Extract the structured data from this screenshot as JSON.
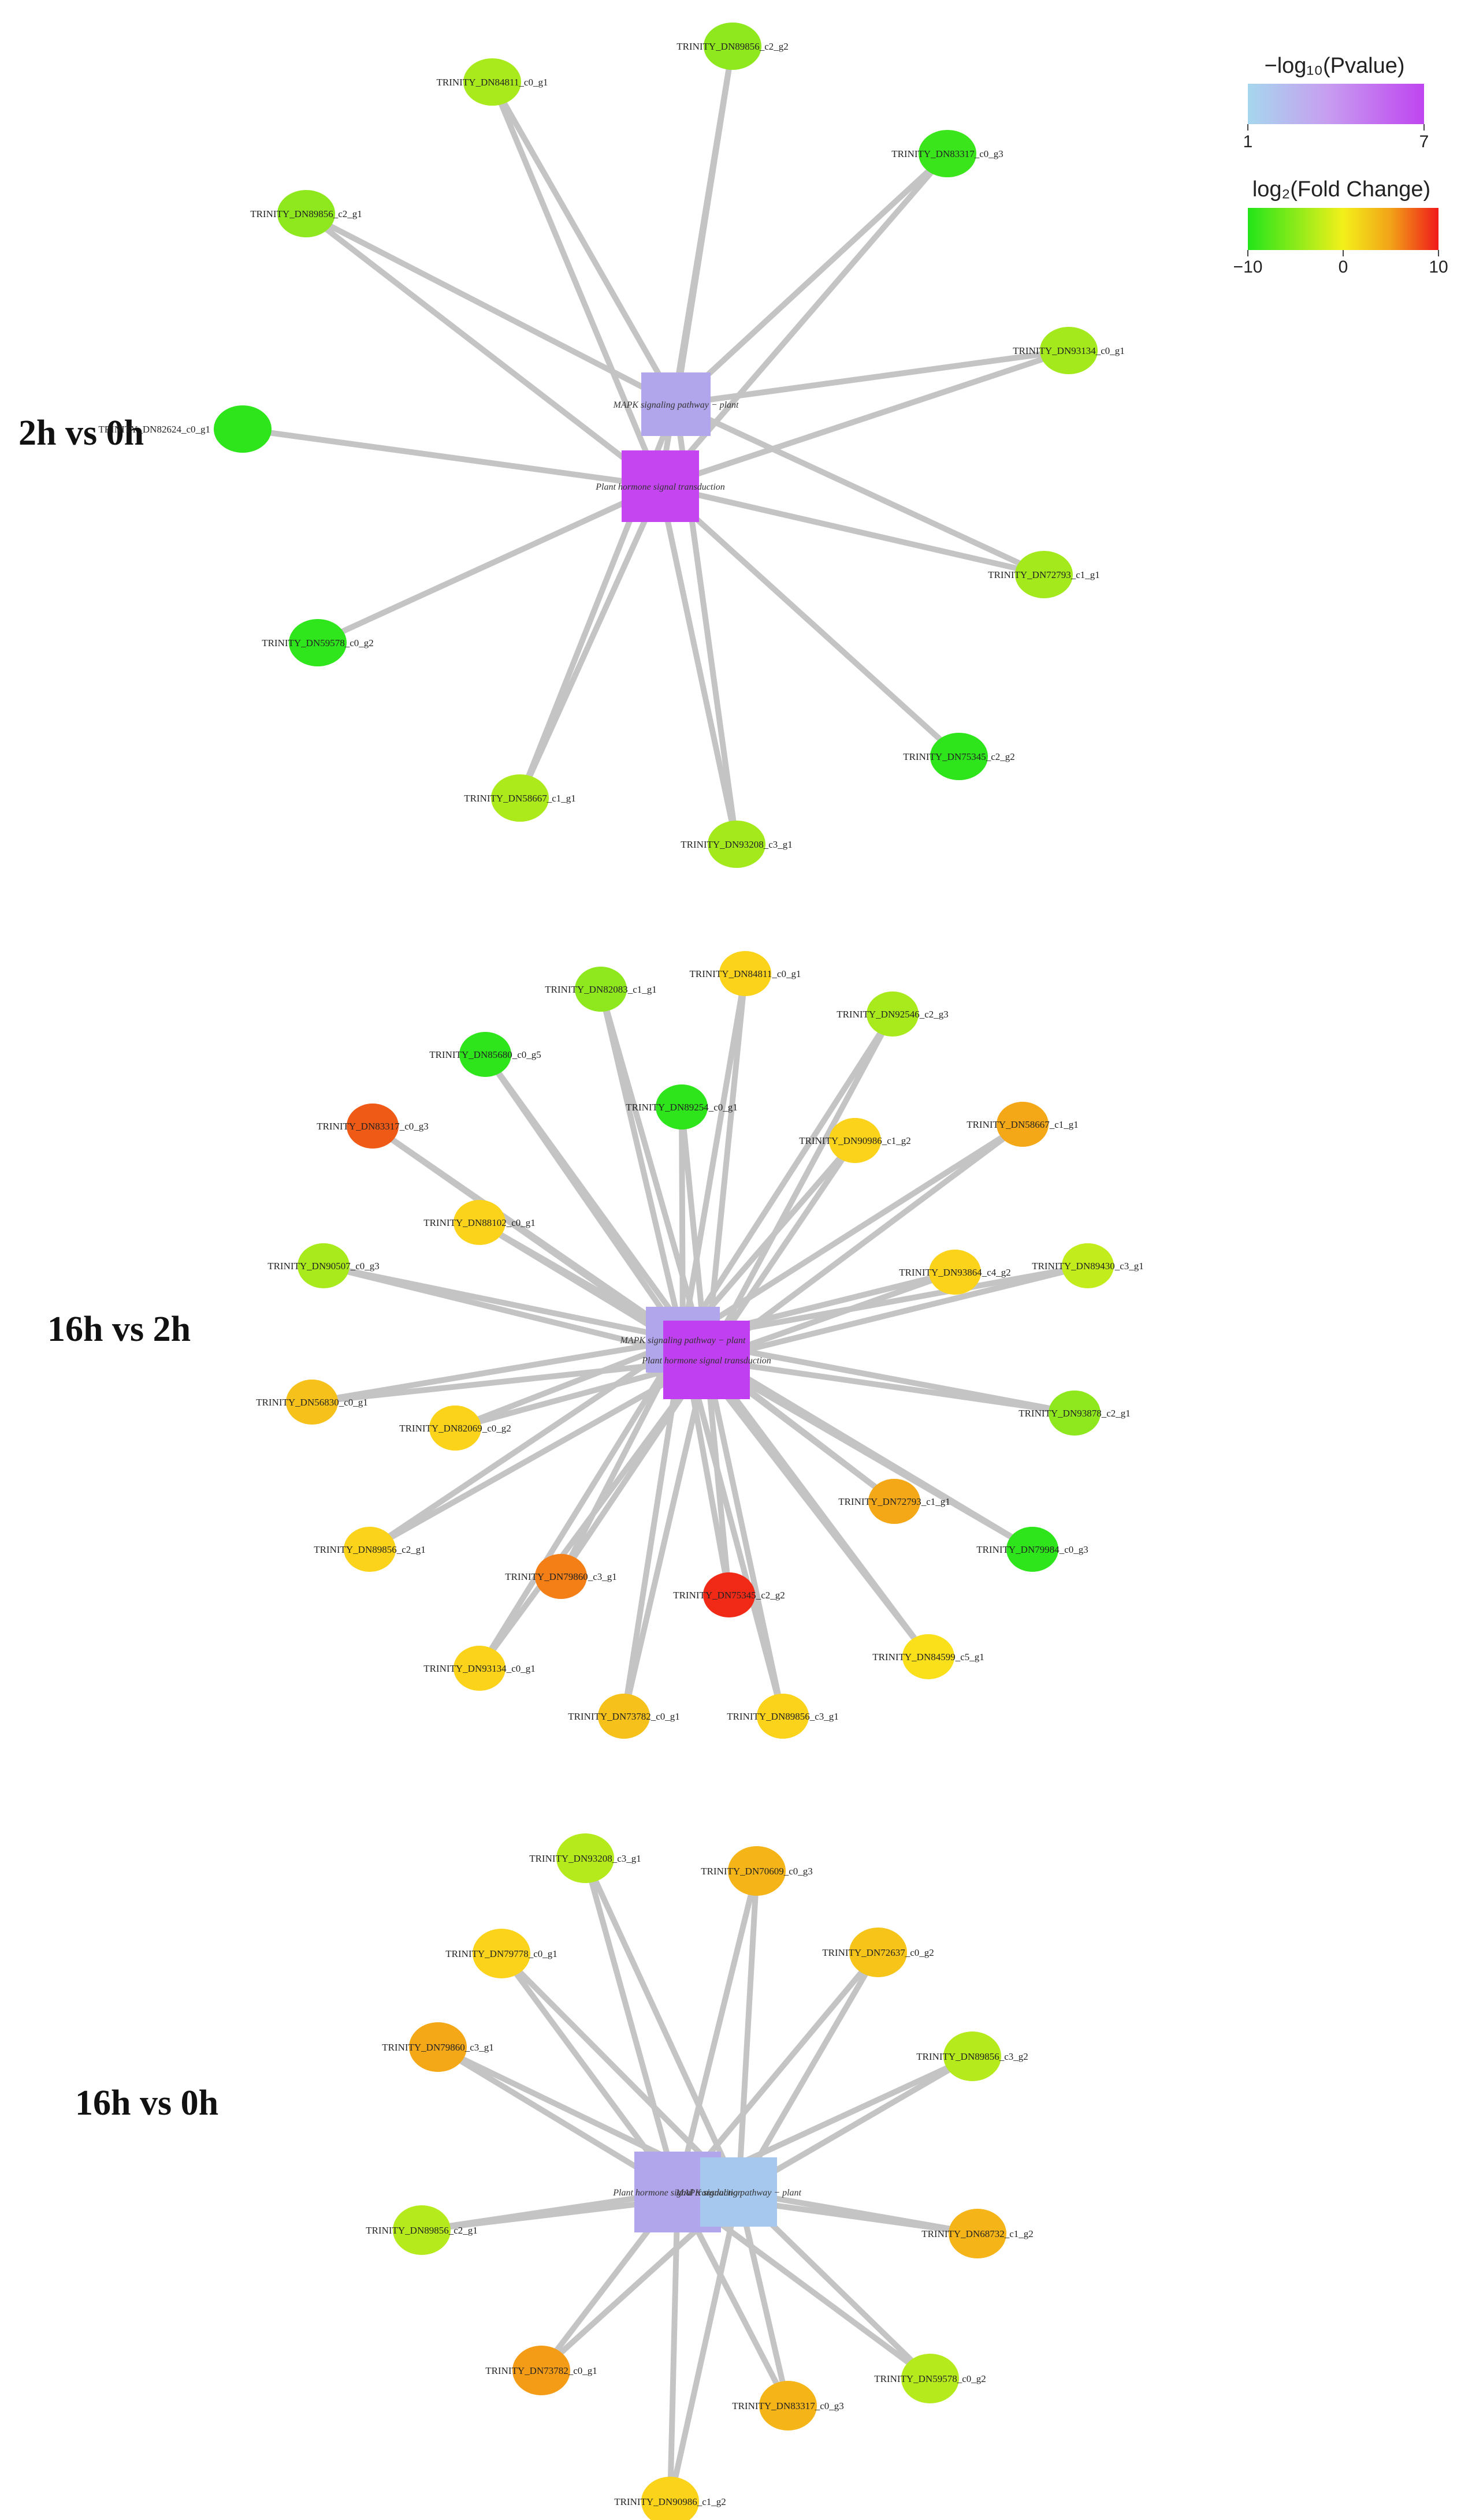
{
  "legend": {
    "pvalue": {
      "title": "−log₁₀(Pvalue)",
      "min_label": "1",
      "max_label": "7",
      "colors": [
        "#a6d7ee",
        "#c79ef0",
        "#bf45f0"
      ]
    },
    "fold": {
      "title": "log₂(Fold Change)",
      "min_label": "−10",
      "mid_label": "0",
      "max_label": "10",
      "colors": [
        "#22e51a",
        "#f3f01a",
        "#f2a218",
        "#f0191a"
      ]
    }
  },
  "panels": [
    {
      "label": "2h vs 0h",
      "pathways": [
        {
          "name": "MAPK signaling pathway − plant",
          "color": "#b1a5ec"
        },
        {
          "name": "Plant hormone signal transduction",
          "color": "#c545f1"
        }
      ],
      "genes": [
        {
          "name": "TRINITY_DN89856_c2_g2",
          "color": "#8fe81e"
        },
        {
          "name": "TRINITY_DN84811_c0_g1",
          "color": "#a9ea1c"
        },
        {
          "name": "TRINITY_DN83317_c0_g3",
          "color": "#3ae61b"
        },
        {
          "name": "TRINITY_DN89856_c2_g1",
          "color": "#8fe81e"
        },
        {
          "name": "TRINITY_DN93134_c0_g1",
          "color": "#a3e91c"
        },
        {
          "name": "TRINITY_DN82624_c0_g1",
          "color": "#2ee51b"
        },
        {
          "name": "TRINITY_DN72793_c1_g1",
          "color": "#a3e91c"
        },
        {
          "name": "TRINITY_DN59578_c0_g2",
          "color": "#2fe51b"
        },
        {
          "name": "TRINITY_DN75345_c2_g2",
          "color": "#2ee51b"
        },
        {
          "name": "TRINITY_DN58667_c1_g1",
          "color": "#acea1c"
        },
        {
          "name": "TRINITY_DN93208_c3_g1",
          "color": "#a3e91c"
        }
      ]
    },
    {
      "label": "16h vs 2h",
      "pathways": [
        {
          "name": "MAPK signaling pathway − plant",
          "color": "#b1a5ec"
        },
        {
          "name": "Plant hormone signal transduction",
          "color": "#c03ff1"
        }
      ],
      "genes": [
        {
          "name": "TRINITY_DN82083_c1_g1",
          "color": "#8fe81e"
        },
        {
          "name": "TRINITY_DN84811_c0_g1",
          "color": "#fad31a"
        },
        {
          "name": "TRINITY_DN92546_c2_g3",
          "color": "#a9ea1c"
        },
        {
          "name": "TRINITY_DN85680_c0_g5",
          "color": "#2ee51b"
        },
        {
          "name": "TRINITY_DN89254_c0_g1",
          "color": "#2ee51b"
        },
        {
          "name": "TRINITY_DN83317_c0_g3",
          "color": "#f05a17"
        },
        {
          "name": "TRINITY_DN90986_c1_g2",
          "color": "#fad31a"
        },
        {
          "name": "TRINITY_DN58667_c1_g1",
          "color": "#f5a817"
        },
        {
          "name": "TRINITY_DN88102_c0_g1",
          "color": "#fad31a"
        },
        {
          "name": "TRINITY_DN90507_c0_g3",
          "color": "#a9ea1c"
        },
        {
          "name": "TRINITY_DN93864_c4_g2",
          "color": "#fad31a"
        },
        {
          "name": "TRINITY_DN89430_c3_g1",
          "color": "#c3ec1c"
        },
        {
          "name": "TRINITY_DN56830_c0_g1",
          "color": "#f5c11a"
        },
        {
          "name": "TRINITY_DN82069_c0_g2",
          "color": "#fad31a"
        },
        {
          "name": "TRINITY_DN93878_c2_g1",
          "color": "#8fe81e"
        },
        {
          "name": "TRINITY_DN72793_c1_g1",
          "color": "#f5a817"
        },
        {
          "name": "TRINITY_DN79984_c0_g3",
          "color": "#2ee51b"
        },
        {
          "name": "TRINITY_DN89856_c2_g1",
          "color": "#fad31a"
        },
        {
          "name": "TRINITY_DN79860_c3_g1",
          "color": "#f57f17"
        },
        {
          "name": "TRINITY_DN75345_c2_g2",
          "color": "#f02a17"
        },
        {
          "name": "TRINITY_DN84599_c5_g1",
          "color": "#fae01a"
        },
        {
          "name": "TRINITY_DN93134_c0_g1",
          "color": "#fad31a"
        },
        {
          "name": "TRINITY_DN73782_c0_g1",
          "color": "#f5c11a"
        },
        {
          "name": "TRINITY_DN89856_c3_g1",
          "color": "#fad31a"
        }
      ]
    },
    {
      "label": "16h vs 0h",
      "pathways": [
        {
          "name": "Plant hormone signal transduction",
          "color": "#b1a5ec"
        },
        {
          "name": "MAPK signaling pathway − plant",
          "color": "#a6c8ee"
        }
      ],
      "genes": [
        {
          "name": "TRINITY_DN93208_c3_g1",
          "color": "#b5ea1c"
        },
        {
          "name": "TRINITY_DN70609_c0_g3",
          "color": "#f5b417"
        },
        {
          "name": "TRINITY_DN79778_c0_g1",
          "color": "#fad31a"
        },
        {
          "name": "TRINITY_DN72637_c0_g2",
          "color": "#f7c41a"
        },
        {
          "name": "TRINITY_DN79860_c3_g1",
          "color": "#f5a817"
        },
        {
          "name": "TRINITY_DN89856_c3_g2",
          "color": "#b5ea1c"
        },
        {
          "name": "TRINITY_DN89856_c2_g1",
          "color": "#b5ea1c"
        },
        {
          "name": "TRINITY_DN68732_c1_g2",
          "color": "#f5b417"
        },
        {
          "name": "TRINITY_DN73782_c0_g1",
          "color": "#f59c17"
        },
        {
          "name": "TRINITY_DN83317_c0_g3",
          "color": "#f5b417"
        },
        {
          "name": "TRINITY_DN59578_c0_g2",
          "color": "#b5ea1c"
        },
        {
          "name": "TRINITY_DN90986_c1_g2",
          "color": "#fad31a"
        }
      ]
    }
  ]
}
